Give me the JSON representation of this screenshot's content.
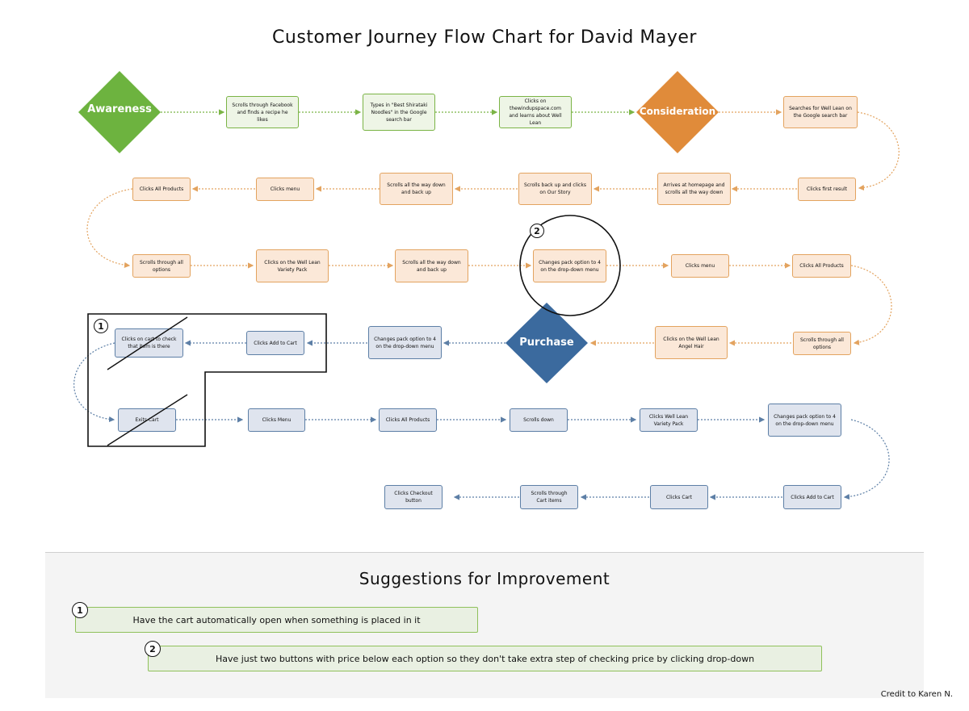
{
  "title": "Customer Journey Flow Chart for David Mayer",
  "stages": {
    "awareness": "Awareness",
    "consideration": "Consideration",
    "purchase": "Purchase"
  },
  "steps": {
    "r1_1": "Scrolls through Facebook and finds a recipe he likes",
    "r1_2": "Types in \"Best Shirataki Noodles\" in the Google search bar",
    "r1_3": "Clicks on thewindupspace.com and learns about Well Lean",
    "r1_4": "Searches for Well Lean on the Google search bar",
    "r2_1": "Clicks first result",
    "r2_2": "Arrives at homepage and scrolls all the way down",
    "r2_3": "Scrolls back up and clicks on Our Story",
    "r2_4": "Scrolls all the way down and back up",
    "r2_5": "Clicks menu",
    "r2_6": "Clicks All Products",
    "r3_1": "Scrolls through all options",
    "r3_2": "Clicks on the Well Lean Variety Pack",
    "r3_3": "Scrolls all the way down and back up",
    "r3_4": "Changes pack option to 4 on the drop-down menu",
    "r3_5": "Clicks menu",
    "r3_6": "Clicks All Products",
    "r4_1": "Scrolls through all options",
    "r4_2": "Clicks on the Well Lean Angel Hair",
    "r4_3": "Changes pack option to 4 on the drop-down menu",
    "r4_4": "Clicks Add to Cart",
    "r4_5": "Clicks on cart to check that item is there",
    "r5_1": "Exits Cart",
    "r5_2": "Clicks Menu",
    "r5_3": "Clicks All Products",
    "r5_4": "Scrolls down",
    "r5_5": "Clicks Well Lean Variety Pack",
    "r5_6": "Changes pack option to 4 on the drop-down menu",
    "r6_1": "Clicks Add to Cart",
    "r6_2": "Clicks Cart",
    "r6_3": "Scrolls through Cart items",
    "r6_4": "Clicks Checkout button"
  },
  "markers": {
    "one": "1",
    "two": "2"
  },
  "suggestions": {
    "title": "Suggestions for Improvement",
    "items": [
      {
        "number": "1",
        "text": "Have the cart automatically open when something is placed in it"
      },
      {
        "number": "2",
        "text": "Have just two buttons with price below each option so they don't take extra step of checking price by clicking drop-down"
      }
    ]
  },
  "credit": "Credit to Karen N.",
  "colors": {
    "awareness": "#6db33f",
    "consideration": "#e08b3a",
    "purchase": "#3b6a9e",
    "blue_line": "#5d7fa6",
    "orange_line": "#e3a35f",
    "green_line": "#7bb446"
  }
}
